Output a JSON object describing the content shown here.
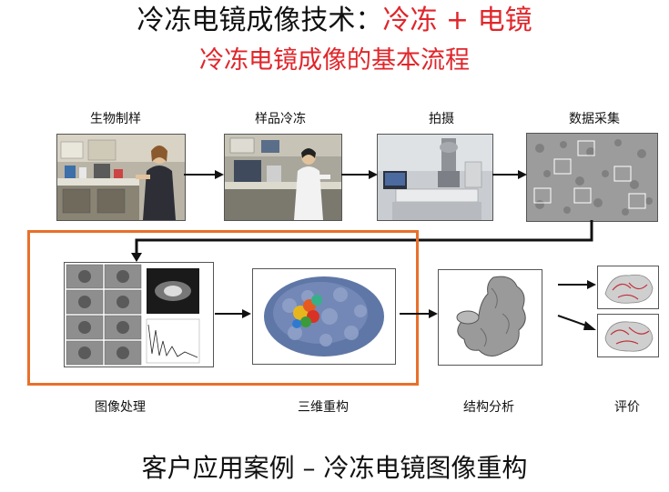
{
  "title": {
    "prefix": "冷冻电镜成像技术：",
    "emphasis": "冷冻 + 电镜",
    "subtitle": "冷冻电镜成像的基本流程"
  },
  "steps_top": [
    "生物制样",
    "样品冷冻",
    "拍摄",
    "数据采集"
  ],
  "steps_bottom": [
    "图像处理",
    "三维重构",
    "结构分析",
    "评价"
  ],
  "footer": "客户应用案例 – 冷冻电镜图像重构",
  "colors": {
    "title_red": "#e0262b",
    "highlight_box": "#e8702a",
    "arrow": "#111111"
  }
}
